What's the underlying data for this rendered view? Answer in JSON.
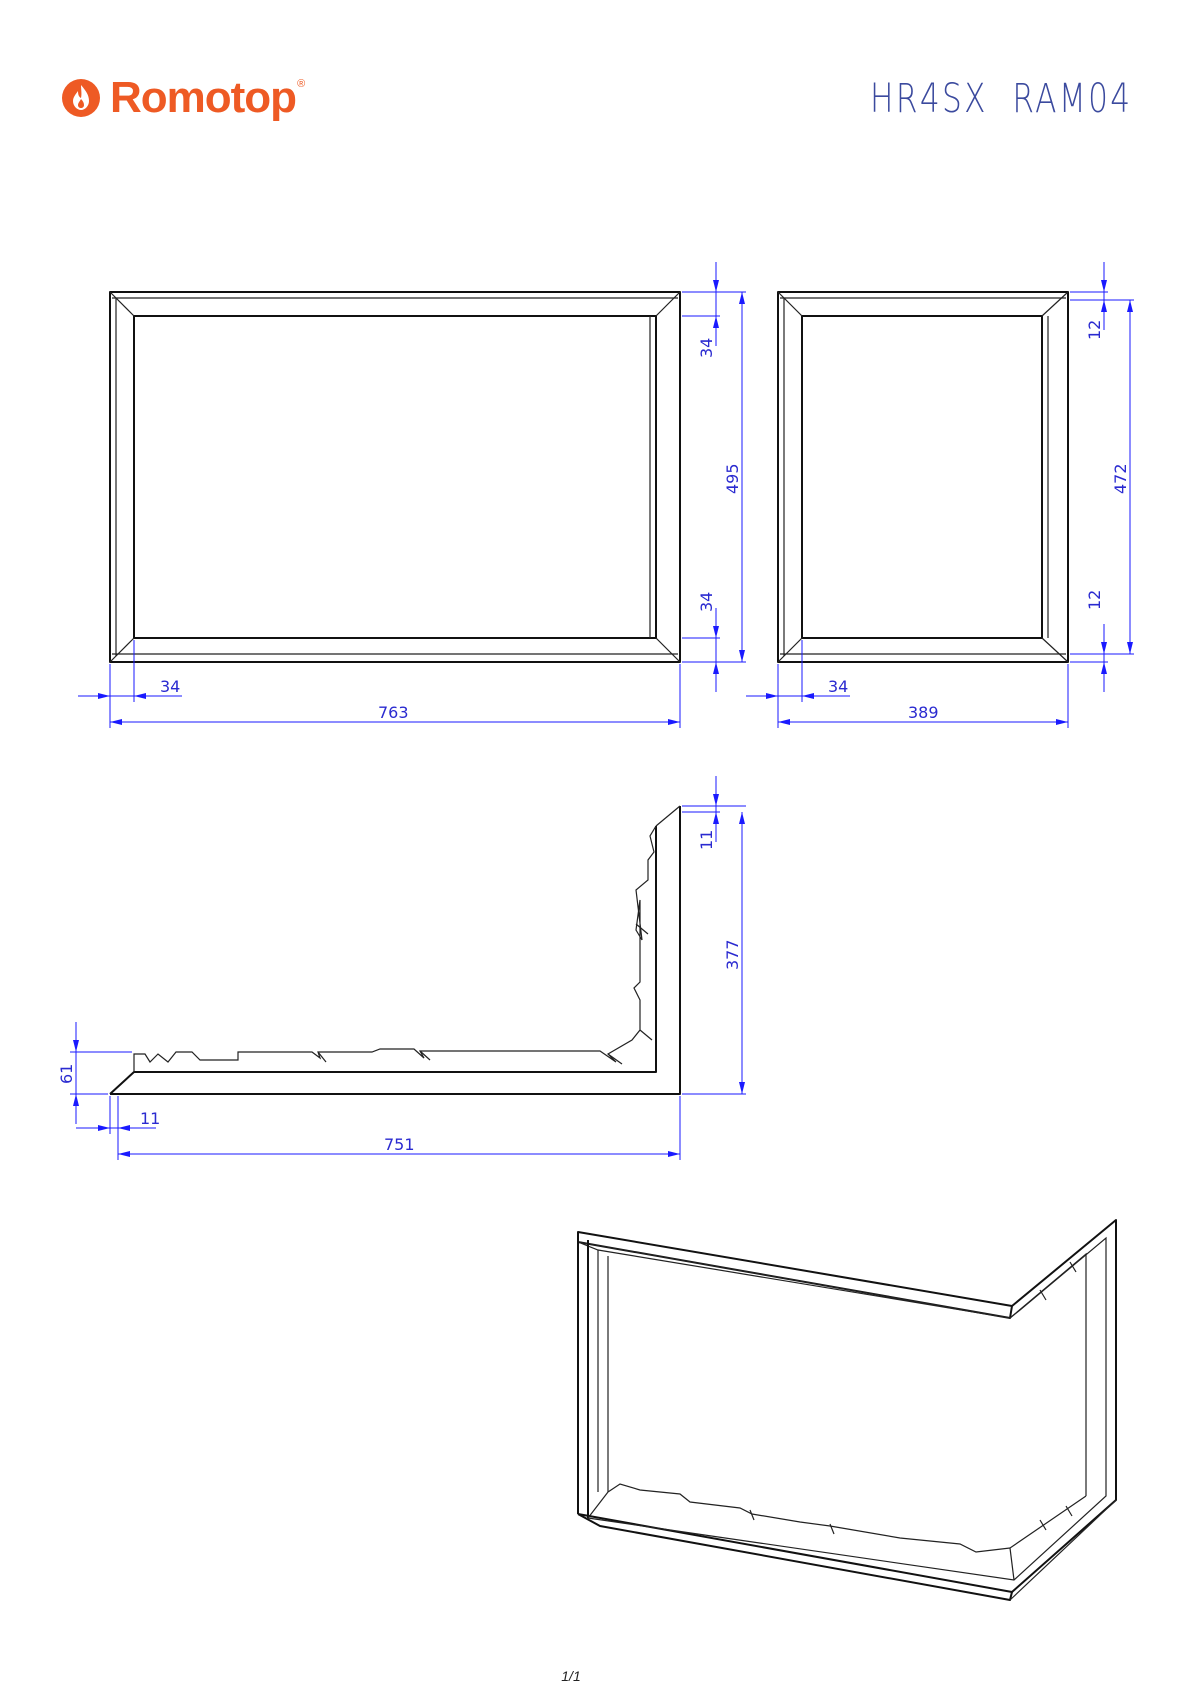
{
  "header": {
    "brand": "Romotop",
    "registered_mark": "®",
    "drawing_code": "HR4SX  RAM04",
    "logo_icon": "flame-logo-icon"
  },
  "dimensions": {
    "front_width": "763",
    "front_height": "495",
    "front_top_frame": "34",
    "front_bottom_frame": "34",
    "front_left_frame": "34",
    "side_width": "389",
    "side_height": "472",
    "side_top_offset": "12",
    "side_bottom_offset": "12",
    "side_left_frame": "34",
    "plan_depth": "377",
    "plan_top_offset": "11",
    "plan_width": "751",
    "plan_left_offset": "11",
    "plan_profile_height": "61"
  },
  "footer": {
    "page": "1/1"
  },
  "colors": {
    "brand": "#ee5a24",
    "title": "#3b4a9e",
    "dimension": "#1a1aff",
    "line": "#111111"
  }
}
